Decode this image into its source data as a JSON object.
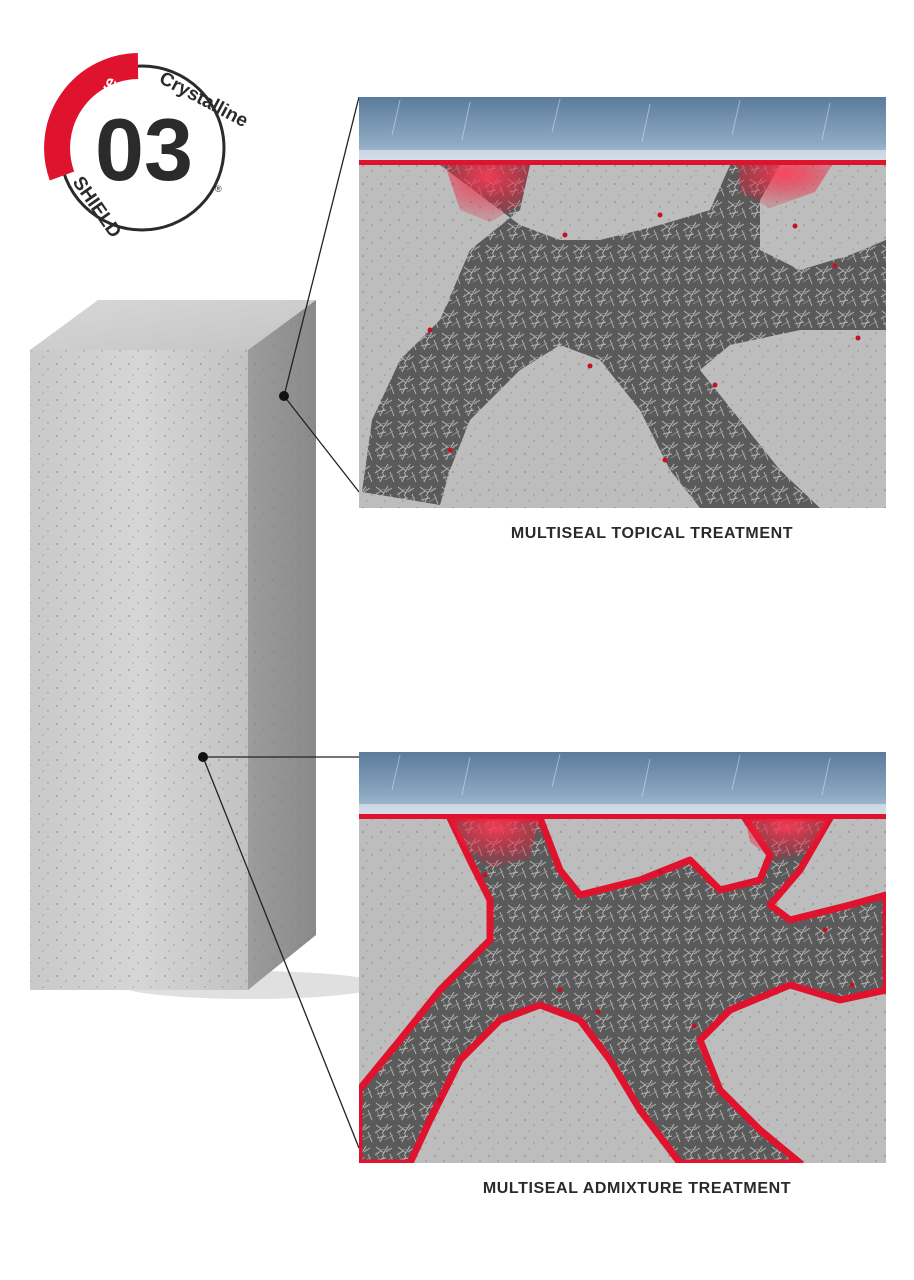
{
  "badge": {
    "number": "03",
    "word_adaptive": "Adaptive",
    "word_crystalline": "Crystalline",
    "word_shield": "SHIELD",
    "registered": "®"
  },
  "panels": {
    "topical": {
      "caption": "MULTISEAL TOPICAL TREATMENT"
    },
    "admixture": {
      "caption": "MULTISEAL ADMIXTURE TREATMENT"
    }
  },
  "colors": {
    "brand_red": "#e0132f",
    "badge_dark": "#2b2b2b",
    "water_blue": "#6f8fae",
    "concrete": "#b9b9b9"
  }
}
